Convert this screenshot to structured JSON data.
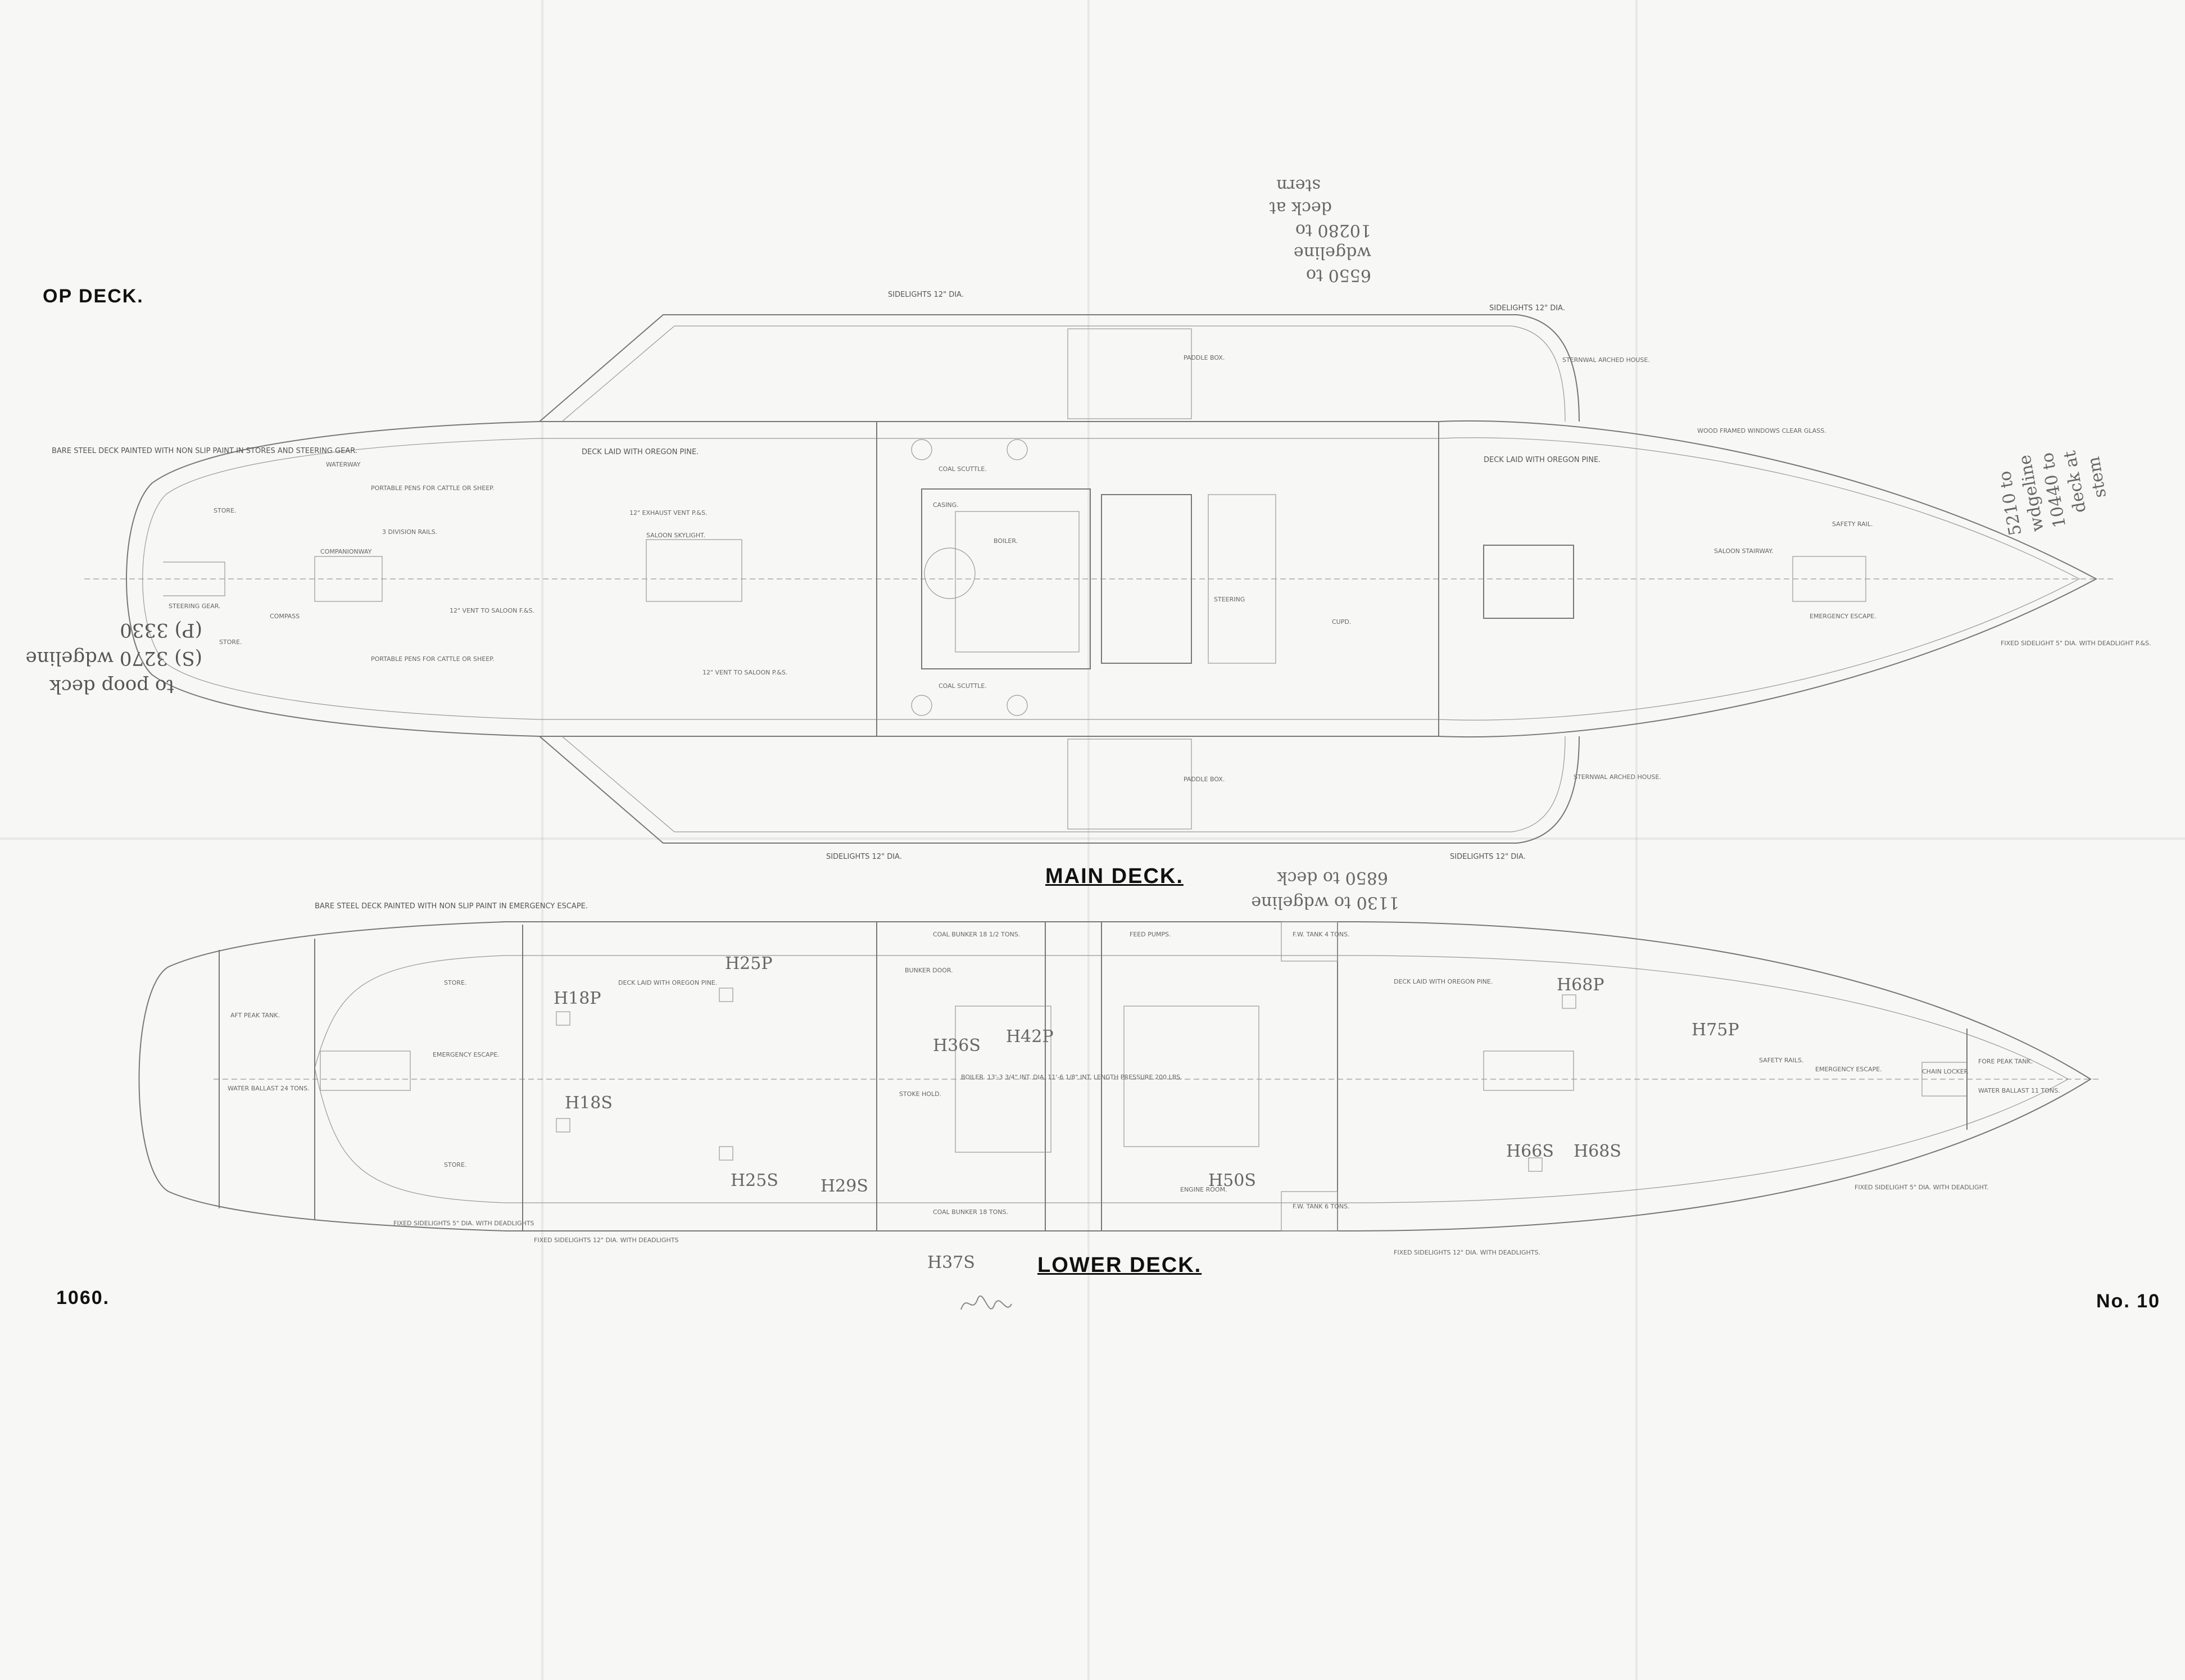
{
  "headings": {
    "top_deck": "OP   DECK.",
    "main_deck": "MAIN  DECK.",
    "lower_deck": "LOWER  DECK.",
    "sheet_left": "1060.",
    "sheet_right": "No.  10"
  },
  "main_deck_labels": {
    "sidelights_top": "SIDELIGHTS 12\" DIA.",
    "sidelights_right": "SIDELIGHTS 12\" DIA.",
    "sidelights_bottom": "SIDELIGHTS 12\" DIA.",
    "sidelights_bottom_right": "SIDELIGHTS 12\" DIA.",
    "stern_note": "BARE STEEL DECK PAINTED WITH NON SLIP PAINT IN STORES AND STEERING GEAR.",
    "deck_laid_aft": "DECK LAID WITH OREGON PINE.",
    "deck_laid_fwd": "DECK LAID WITH OREGON PINE.",
    "waterway": "WATERWAY",
    "store_top": "STORE.",
    "store_bottom": "STORE.",
    "steering_gear": "STEERING GEAR.",
    "compass": "COMPASS",
    "companionway": "COMPANIONWAY",
    "portable_pens_top": "PORTABLE PENS FOR CATTLE OR SHEEP.",
    "portable_pens_bottom": "PORTABLE PENS FOR CATTLE OR SHEEP.",
    "division_rails": "3 DIVISION RAILS.",
    "exhaust_vent": "12\" EXHAUST VENT P.&S.",
    "saloon_skylight": "SALOON SKYLIGHT.",
    "vent_saloon_mid": "12\" VENT TO SALOON F.&S.",
    "vent_saloon_bottom": "12\" VENT TO SALOON P.&S.",
    "coal_scuttle_top": "COAL SCUTTLE.",
    "coal_scuttle_bottom": "COAL SCUTTLE.",
    "boiler": "BOILER.",
    "casing": "CASING.",
    "steering": "STEERING",
    "paddle_box_top": "PADDLE BOX.",
    "paddle_box_bottom": "PADDLE BOX.",
    "sponson_top": "STERNWAL ARCHED HOUSE.",
    "sponson_bottom": "STERNWAL ARCHED HOUSE.",
    "wood_windows": "WOOD FRAMED WINDOWS CLEAR GLASS.",
    "safety_rail": "SAFETY RAIL.",
    "emergency_escape": "EMERGENCY ESCAPE.",
    "fixed_sidelight": "FIXED SIDELIGHT 5\" DIA. WITH DEADLIGHT P.&S.",
    "stairway": "SALOON STAIRWAY.",
    "cupd": "CUPD."
  },
  "lower_deck_labels": {
    "stern_note": "BARE STEEL DECK PAINTED WITH NON SLIP PAINT IN EMERGENCY ESCAPE.",
    "aft_peak_tank": "AFT PEAK TANK.",
    "water_ballast_aft": "WATER BALLAST 24 TONS.",
    "store_top": "STORE.",
    "store_bottom": "STORE.",
    "emergency_escape": "EMERGENCY ESCAPE.",
    "deck_laid_aft": "DECK LAID WITH OREGON PINE.",
    "deck_laid_fwd": "DECK LAID WITH OREGON PINE.",
    "coal_bunker_top": "COAL BUNKER 18 1/2 TONS.",
    "coal_bunker_bottom": "COAL BUNKER 18 TONS.",
    "boiler": "BOILER. 13'-3 3/4\" INT. DIA. 11'-6 1/8\" INT. LENGTH PRESSURE 200 LBS.",
    "stoke_hold": "STOKE HOLD.",
    "bunker_door": "BUNKER DOOR.",
    "engine_room": "ENGINE ROOM.",
    "fw_tank_top": "F.W. TANK 4 TONS.",
    "fw_tank_bottom": "F.W. TANK 6 TONS.",
    "feed_pumps": "FEED PUMPS.",
    "fore_peak_tank": "FORE PEAK TANK.",
    "water_ballast_fwd": "WATER BALLAST 11 TONS.",
    "chain_locker": "CHAIN LOCKER",
    "safety_rail": "SAFETY RAILS.",
    "emergency_escape_fwd": "EMERGENCY ESCAPE.",
    "fixed_sidelight": "FIXED SIDELIGHT 5\" DIA. WITH DEADLIGHT.",
    "fixed_sidelights_aft": "FIXED SIDELIGHTS 5\" DIA. WITH DEADLIGHTS",
    "fixed_sidelights_mid": "FIXED SIDELIGHTS 12\" DIA. WITH DEADLIGHTS",
    "fixed_sidelights_fwd": "FIXED SIDELIGHTS 12\" DIA. WITH DEADLIGHTS."
  },
  "handwritten": {
    "poop_note_1": "(P) 3330",
    "poop_note_2": "(S) 3270 wdgeline",
    "poop_note_3": "to poop deck",
    "top_note_1": "6550 to",
    "top_note_2": "wdgeline",
    "top_note_3": "10280 to",
    "top_note_4": "deck at",
    "top_note_5": "stern",
    "bow_note_1": "5210 to",
    "bow_note_2": "wdgeline",
    "bow_note_3": "10440 to",
    "bow_note_4": "deck at",
    "bow_note_5": "stem",
    "mid_note_1": "1130 to wdgeline",
    "mid_note_2": "6850 to deck",
    "h18p": "H18P",
    "h25p": "H25P",
    "h18s": "H18S",
    "h25s": "H25S",
    "h29s": "H29S",
    "h36s": "H36S",
    "h42p": "H42P",
    "h37s": "H37S",
    "h50s": "H50S",
    "h68p": "H68P",
    "h75p": "H75P",
    "h66s": "H66S",
    "h68s": "H68S"
  }
}
